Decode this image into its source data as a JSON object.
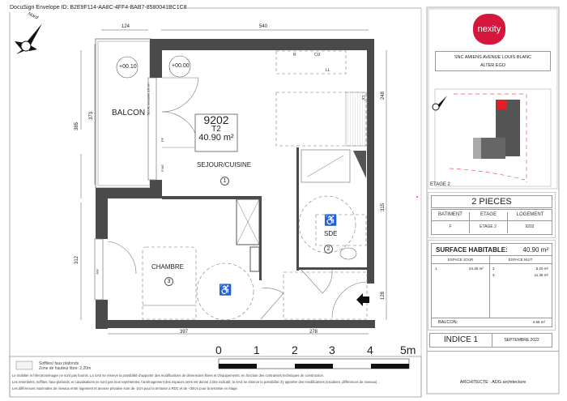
{
  "envelope": "DocuSign Envelope ID: B2E9F114-AA8C-4FF4-BAB7-8580041BC1C8",
  "compass_label": "Nord",
  "plan": {
    "dims": {
      "top_left": "124",
      "top_right": "540",
      "left_outer": "385",
      "left_inner": "373",
      "right_top": "248",
      "right_mid": "315",
      "right_low": "128",
      "left_low": "312",
      "bottom_left": "397",
      "bottom_right": "278"
    },
    "levels": [
      "+00.10",
      "+00.00"
    ],
    "unit": {
      "number": "9202",
      "type": "T2",
      "area": "40.90 m²"
    },
    "rooms": [
      {
        "name": "SEJOUR/CUISINE",
        "num": "1"
      },
      {
        "name": "SDE",
        "num": "2"
      },
      {
        "name": "CHAMBRE",
        "num": "3"
      },
      {
        "name": "BALCON"
      }
    ],
    "kitchen_labels": [
      "R",
      "CU",
      "LL",
      "LV"
    ],
    "misc_labels": [
      "SEUIL encastré 10 cm",
      "PF",
      "FIXE",
      "AW"
    ]
  },
  "scale": {
    "labels": [
      "0",
      "1",
      "2",
      "3",
      "4",
      "5m"
    ]
  },
  "legend": {
    "text1": "Soffites/ faux plafonds",
    "text2": "Zone de hauteur libre: 2,20m"
  },
  "notes": [
    "Le mobilier et l'électroménager ne sont pas fournis. La SAS se réserve la possibilité d'apporter des modifications de dimensions libres et d'équipements, en fonction des contraintes techniques de construction.",
    "Les retombées, soffites, faux-plafonds, et canalisations ne sont pas tous représentés, l'aménagement des espaces verts est donné à titre indicatif, la SAS se réserve la possibilité d'y apporter des modifications (escaliers ,différences de niveaux) .",
    "Les différences maximales de niveaux entre logement et annexe privative sont de -2cm pour la terrasse à RDC et de +30cm pour la terrasse en étage."
  ],
  "panel": {
    "logo": "nexity",
    "brand_color": "#d5173b",
    "address1": "SNC AMIENS AVENUE LOUIS BLANC",
    "address2": "ALTER EGO",
    "floor_label": "ETAGE 2",
    "pieces": "2 PIECES",
    "headers": [
      "BATIMENT",
      "ETAGE",
      "LOGEMENT"
    ],
    "values": [
      "F",
      "ETAGE 2",
      "9202"
    ],
    "surface_label": "SURFACE HABITABLE:",
    "surface_value": "40.90 m²",
    "col_day": "ESPACE JOUR",
    "col_night": "ESPACE NUIT",
    "day": [
      {
        "n": "1",
        "a": "24.35 m²"
      }
    ],
    "night": [
      {
        "n": "2",
        "a": "5.20 m²"
      },
      {
        "n": "3",
        "a": "11.35 m²"
      }
    ],
    "balcon_label": "BALCON:",
    "balcon_value": "4.65 m²",
    "indice": "INDICE 1",
    "date": "SEPTEMBRE  2022",
    "architect": "ARCHITECTE : ADG architecture"
  }
}
